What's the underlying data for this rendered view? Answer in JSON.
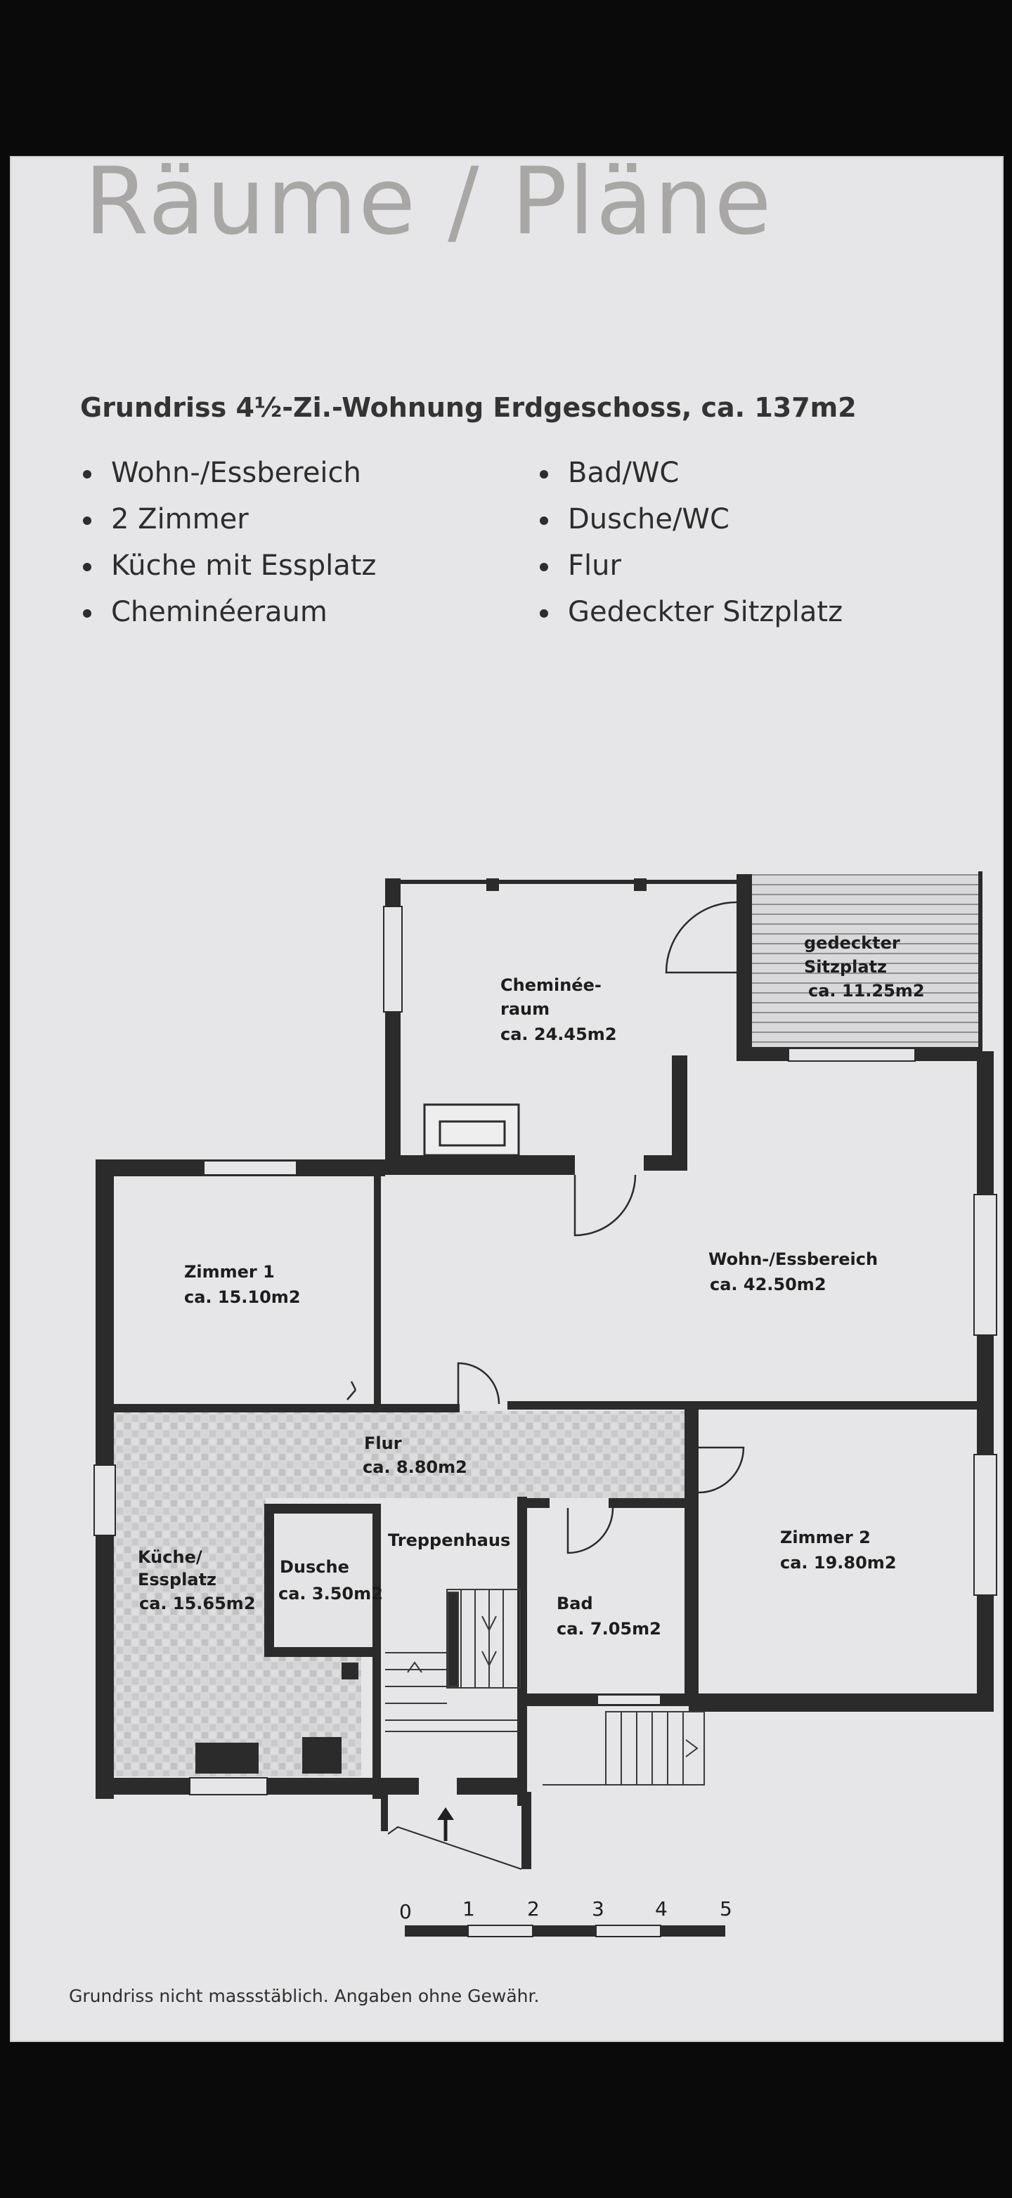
{
  "page": {
    "title": "Räume / Pläne",
    "subtitle": "Grundriss 4½-Zi.-Wohnung Erdgeschoss, ca. 137m2",
    "features_left": [
      "Wohn-/Essbereich",
      "2 Zimmer",
      "Küche mit Essplatz",
      "Cheminéeraum"
    ],
    "features_right": [
      "Bad/WC",
      "Dusche/WC",
      "Flur",
      "Gedeckter Sitzplatz"
    ],
    "footnote": "Grundriss nicht massstäblich. Angaben ohne Gewähr."
  },
  "rooms": {
    "chem_line1": "Cheminée-",
    "chem_line2": "raum",
    "chem_area": "ca. 24.45m2",
    "sitz_line1": "gedeckter",
    "sitz_line2": "Sitzplatz",
    "sitz_area": "ca. 11.25m2",
    "zimmer1": "Zimmer 1",
    "zimmer1_area": "ca. 15.10m2",
    "wohn": "Wohn-/Essbereich",
    "wohn_area": "ca. 42.50m2",
    "flur": "Flur",
    "flur_area": "ca. 8.80m2",
    "kueche_line1": "Küche/",
    "kueche_line2": "Essplatz",
    "kueche_area": "ca. 15.65m2",
    "dusche": "Dusche",
    "dusche_area": "ca. 3.50m2",
    "treppenhaus": "Treppenhaus",
    "bad": "Bad",
    "bad_area": "ca. 7.05m2",
    "zimmer2": "Zimmer 2",
    "zimmer2_area": "ca. 19.80m2"
  },
  "scale": {
    "labels": [
      "0",
      "1",
      "2",
      "3",
      "4",
      "5"
    ]
  },
  "colors": {
    "sheet": "#e6e6e8",
    "wall": "#2b2b2b",
    "title": "#a9a7a5"
  }
}
